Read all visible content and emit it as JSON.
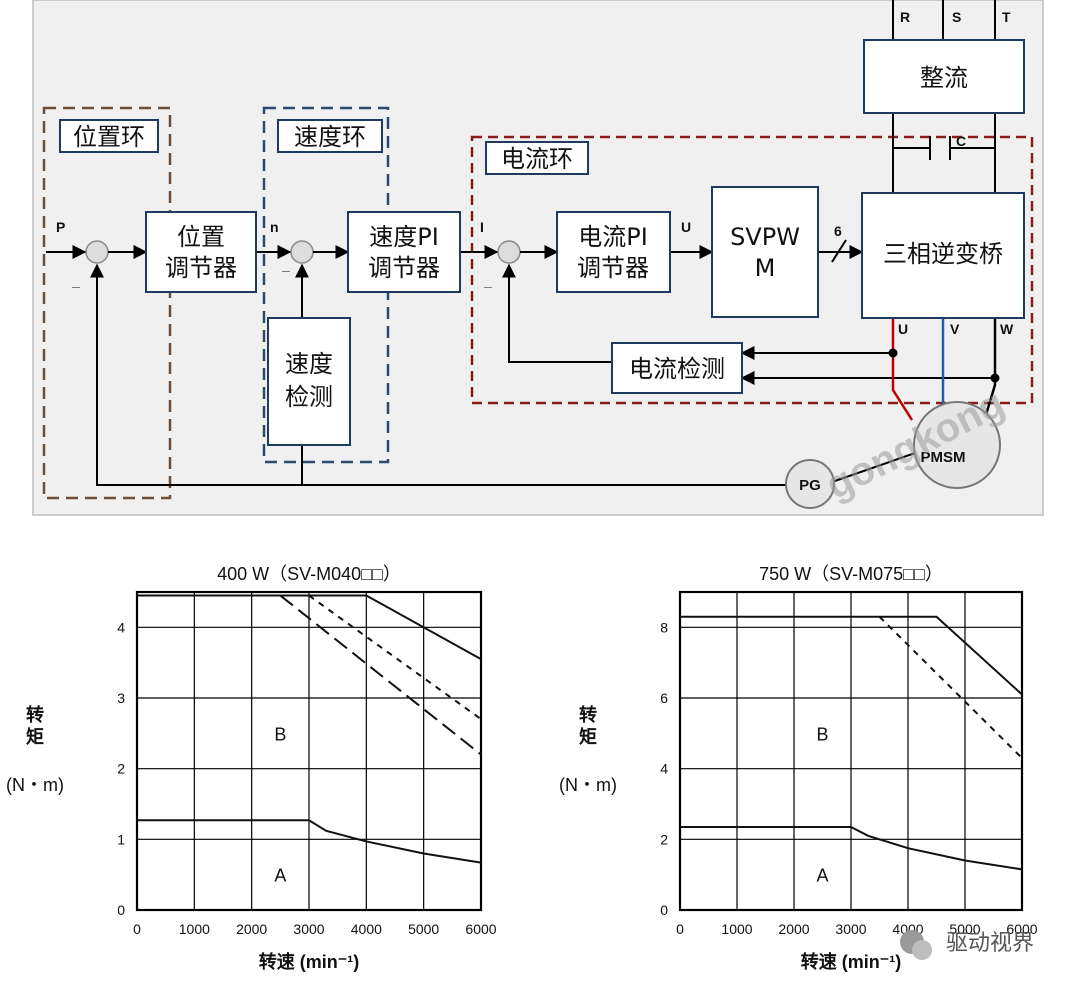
{
  "diagram": {
    "loops": {
      "position_loop": "位置环",
      "speed_loop": "速度环",
      "current_loop": "电流环"
    },
    "blocks": {
      "position_regulator": [
        "位置",
        "调节器"
      ],
      "speed_pi": [
        "速度PI",
        "调节器"
      ],
      "current_pi": [
        "电流PI",
        "调节器"
      ],
      "svpwm": [
        "SVPW",
        "M"
      ],
      "inverter": "三相逆变桥",
      "rectifier": "整流",
      "speed_detect": [
        "速度",
        "检测"
      ],
      "current_detect": "电流检测"
    },
    "signals": {
      "P": "P",
      "n": "n",
      "I": "I",
      "U": "U",
      "six": "6",
      "R": "R",
      "S": "S",
      "T": "T",
      "C": "C",
      "phase_u": "U",
      "phase_v": "V",
      "phase_w": "W",
      "minus1": "_",
      "minus2": "_",
      "minus3": "_"
    },
    "motor": "PMSM",
    "encoder": "PG",
    "watermark": "gongkong",
    "colors": {
      "position": "#6b4f3a",
      "speed": "#2e4a6b",
      "current": "#8b1a1a"
    }
  },
  "chart_data": [
    {
      "type": "line",
      "title": "400 W（SV-M040□□）",
      "xlabel": "转速  (min⁻¹)",
      "ylabel": [
        "转",
        "矩",
        "(N・m)"
      ],
      "xlim": [
        0,
        6000
      ],
      "ylim": [
        0,
        4.5
      ],
      "xticks": [
        0,
        1000,
        2000,
        3000,
        4000,
        5000,
        6000
      ],
      "yticks": [
        0,
        1,
        2,
        3,
        4
      ],
      "grid": true,
      "regions": [
        {
          "label": "B",
          "x": 2500,
          "y": 2.5
        },
        {
          "label": "A",
          "x": 2500,
          "y": 0.5
        }
      ],
      "series": [
        {
          "style": "solid",
          "x": [
            0,
            4000,
            6000
          ],
          "y": [
            4.45,
            4.45,
            3.55
          ]
        },
        {
          "style": "dotted",
          "x": [
            3000,
            6000
          ],
          "y": [
            4.45,
            2.7
          ]
        },
        {
          "style": "dashdot",
          "x": [
            2500,
            6000
          ],
          "y": [
            4.45,
            2.2
          ]
        },
        {
          "style": "solid",
          "x": [
            0,
            3000,
            3300,
            4000,
            5000,
            6000
          ],
          "y": [
            1.27,
            1.27,
            1.12,
            0.97,
            0.8,
            0.67
          ]
        }
      ]
    },
    {
      "type": "line",
      "title": "750 W（SV-M075□□）",
      "xlabel": "转速  (min⁻¹)",
      "ylabel": [
        "转",
        "矩",
        "(N・m)"
      ],
      "xlim": [
        0,
        6000
      ],
      "ylim": [
        0,
        9
      ],
      "xticks": [
        0,
        1000,
        2000,
        3000,
        4000,
        5000,
        6000
      ],
      "yticks": [
        0,
        2,
        4,
        6,
        8
      ],
      "grid": true,
      "regions": [
        {
          "label": "B",
          "x": 2500,
          "y": 5
        },
        {
          "label": "A",
          "x": 2500,
          "y": 1
        }
      ],
      "series": [
        {
          "style": "solid",
          "x": [
            0,
            4500,
            6000
          ],
          "y": [
            8.3,
            8.3,
            6.1
          ]
        },
        {
          "style": "dotted",
          "x": [
            3500,
            6000
          ],
          "y": [
            8.3,
            4.3
          ]
        },
        {
          "style": "solid",
          "x": [
            0,
            3000,
            3300,
            4000,
            5000,
            6000
          ],
          "y": [
            2.35,
            2.35,
            2.1,
            1.75,
            1.4,
            1.15
          ]
        }
      ]
    }
  ],
  "brand": "驱动视界"
}
